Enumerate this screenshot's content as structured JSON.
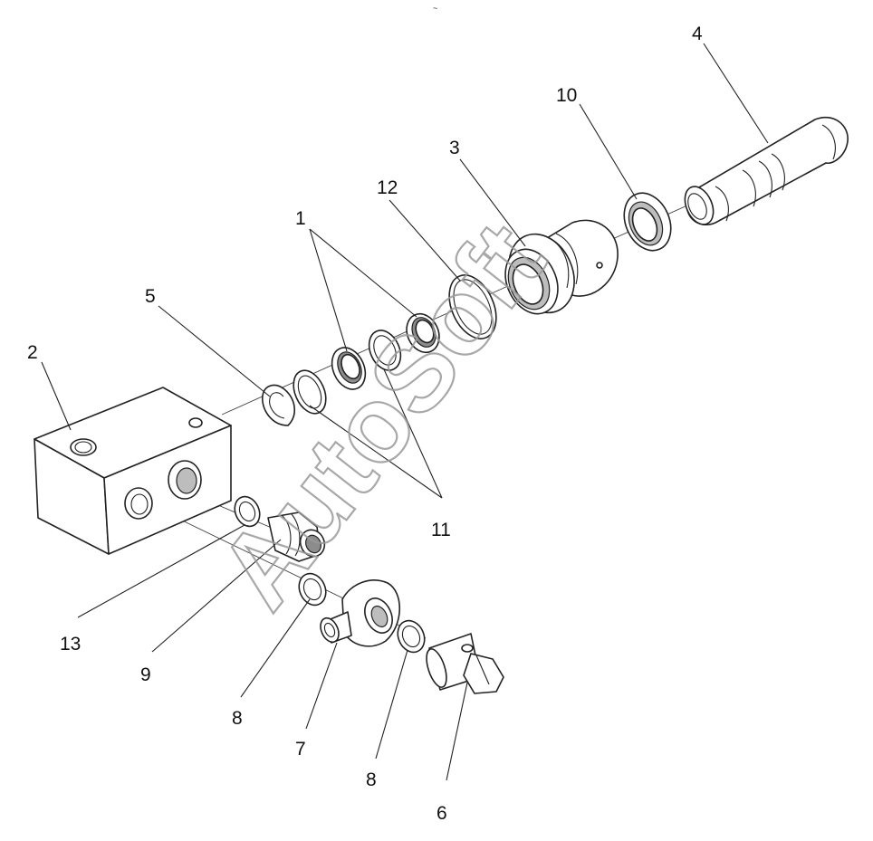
{
  "header_mark": "~",
  "watermark": "AutoSoft",
  "callouts": {
    "c1": "1",
    "c2": "2",
    "c3": "3",
    "c4": "4",
    "c5": "5",
    "c6": "6",
    "c7": "7",
    "c8a": "8",
    "c8b": "8",
    "c9": "9",
    "c10": "10",
    "c11": "11",
    "c12": "12",
    "c13": "13"
  },
  "colors": {
    "line": "#222222",
    "watermark": "#9a9a9a",
    "background": "#ffffff"
  }
}
